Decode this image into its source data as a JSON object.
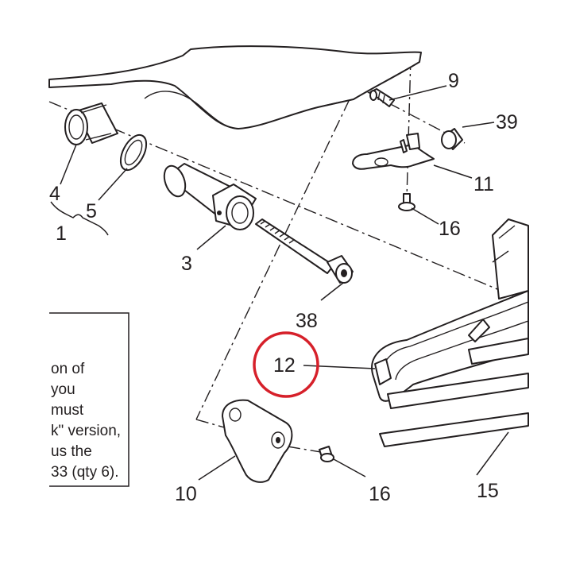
{
  "callouts": {
    "c1": "1",
    "c3": "3",
    "c4": "4",
    "c5": "5",
    "c9": "9",
    "c10": "10",
    "c11": "11",
    "c12": "12",
    "c15": "15",
    "c16a": "16",
    "c16b": "16",
    "c38": "38",
    "c39": "39"
  },
  "note": {
    "lines": [
      "on of",
      "you",
      "must",
      "k\" version,",
      "us the",
      "33 (qty 6)."
    ]
  },
  "colors": {
    "line": "#231f20",
    "highlight": "#d6202a"
  }
}
